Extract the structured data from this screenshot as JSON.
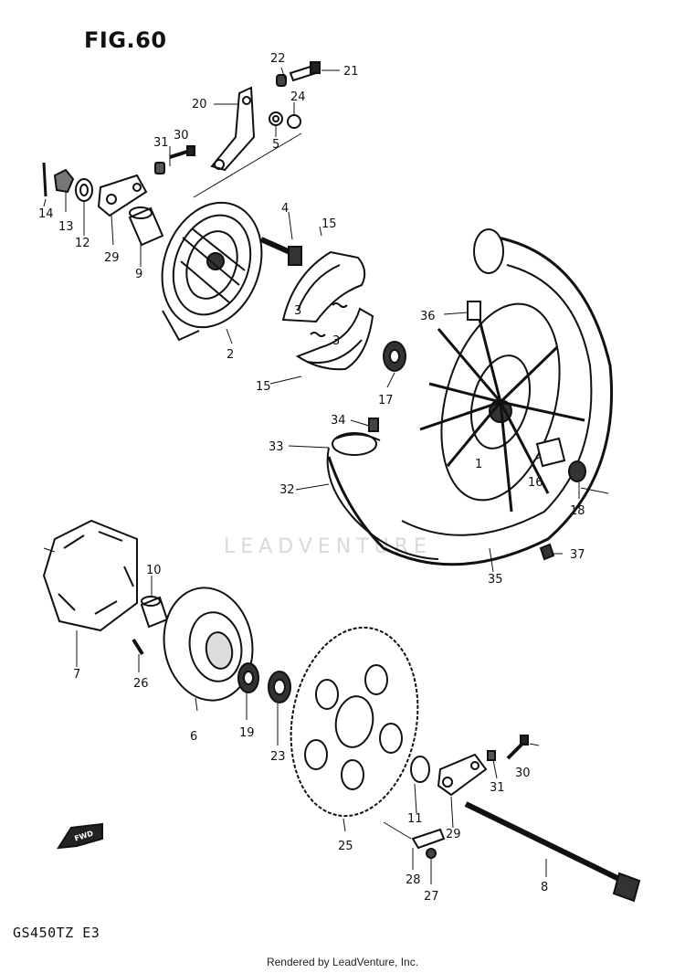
{
  "figure": {
    "title": "FIG.60",
    "model": "GS450TZ  E3",
    "credit": "Rendered by LeadVenture, Inc.",
    "watermark": "LEADVENTURE",
    "fwd_label": "FWD"
  },
  "callouts": [
    "1",
    "2",
    "3",
    "3",
    "4",
    "5",
    "6",
    "7",
    "8",
    "9",
    "10",
    "11",
    "12",
    "13",
    "14",
    "15",
    "15",
    "16",
    "17",
    "18",
    "19",
    "20",
    "21",
    "22",
    "23",
    "24",
    "25",
    "26",
    "27",
    "28",
    "29",
    "29",
    "30",
    "30",
    "31",
    "31",
    "32",
    "33",
    "34",
    "35",
    "36",
    "37"
  ]
}
